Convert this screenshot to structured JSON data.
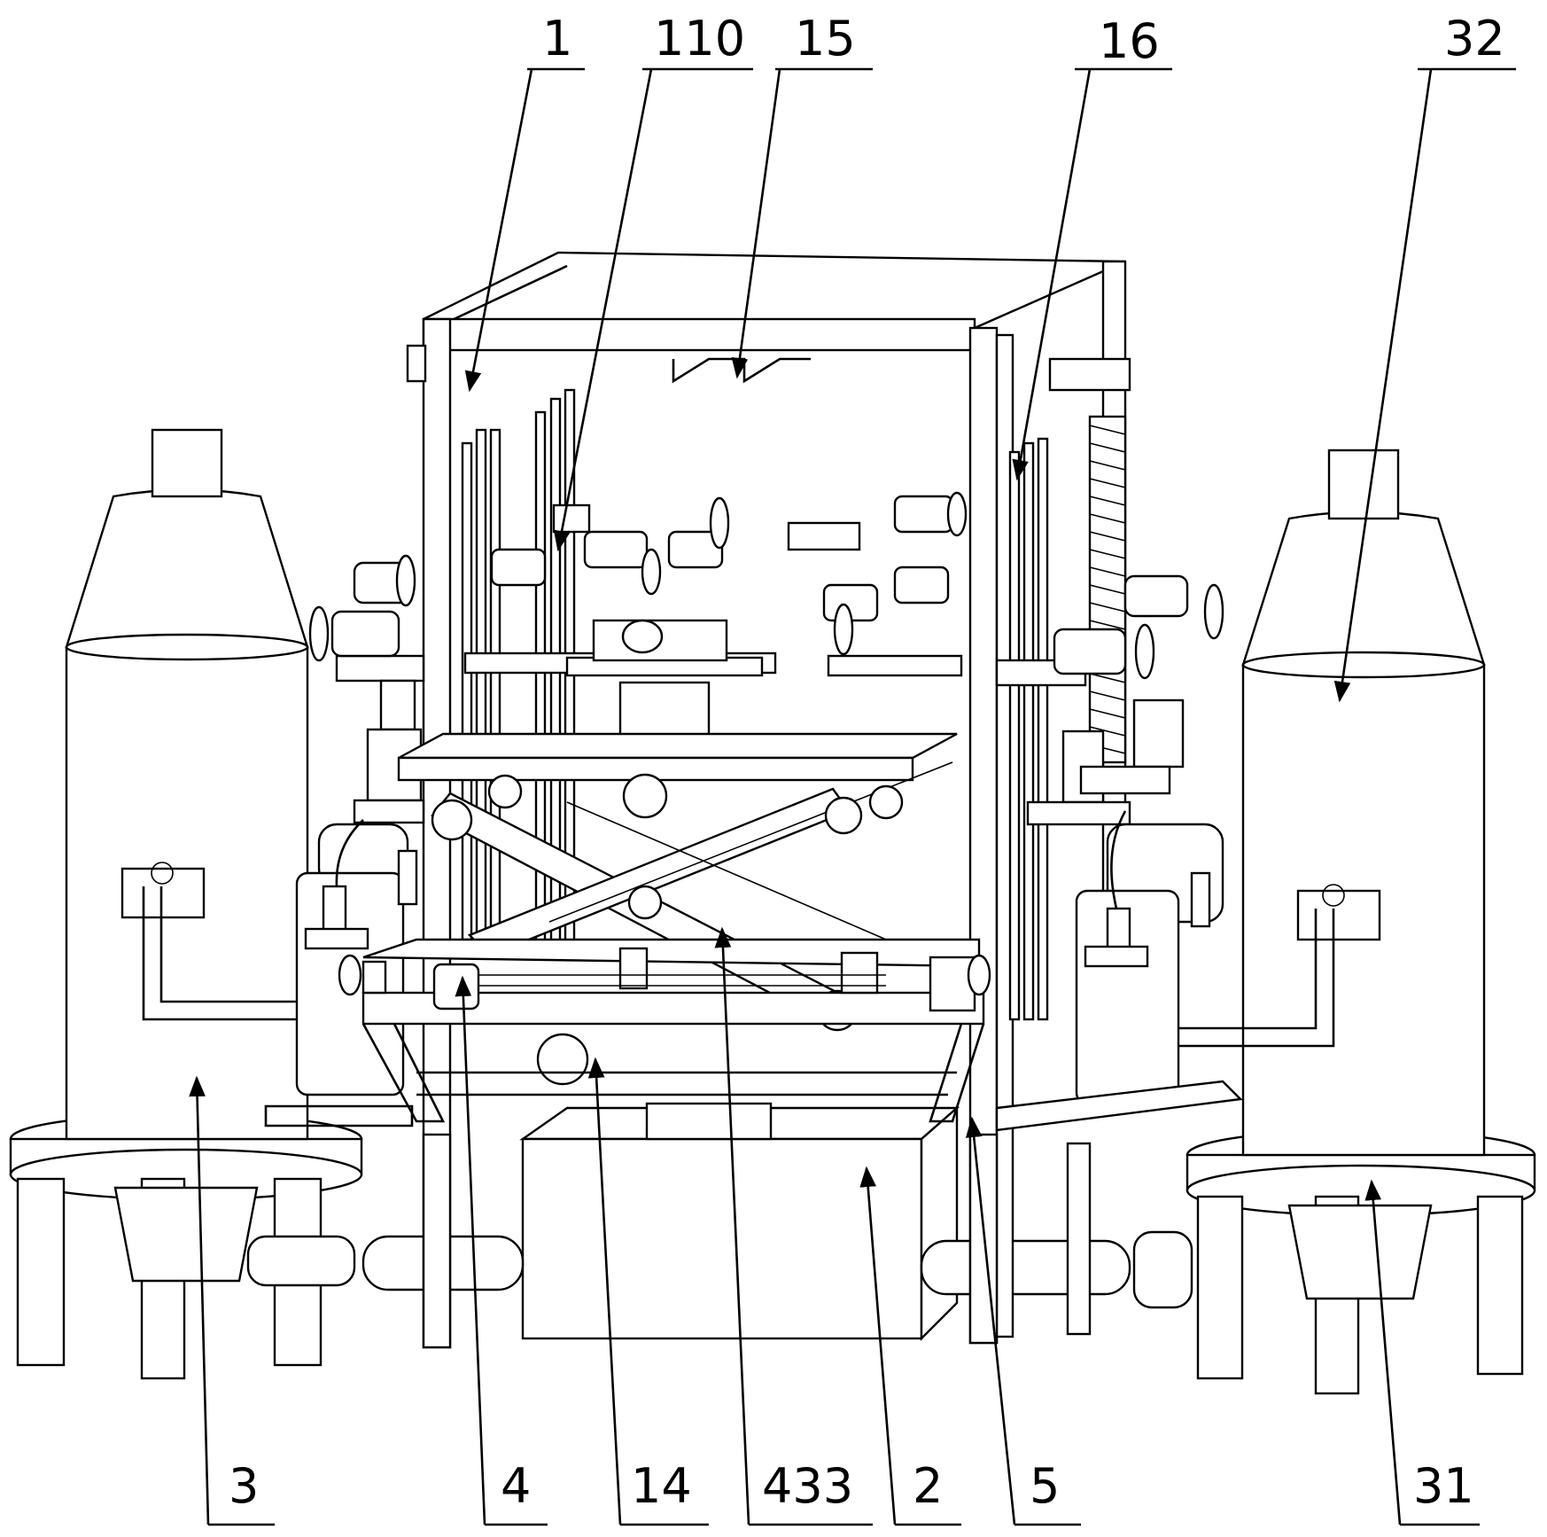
{
  "labels": {
    "l1": "1",
    "l110": "110",
    "l15": "15",
    "l16": "16",
    "l32": "32",
    "l3": "3",
    "l4": "4",
    "l14": "14",
    "l433": "433",
    "l2": "2",
    "l5": "5",
    "l31": "31"
  }
}
